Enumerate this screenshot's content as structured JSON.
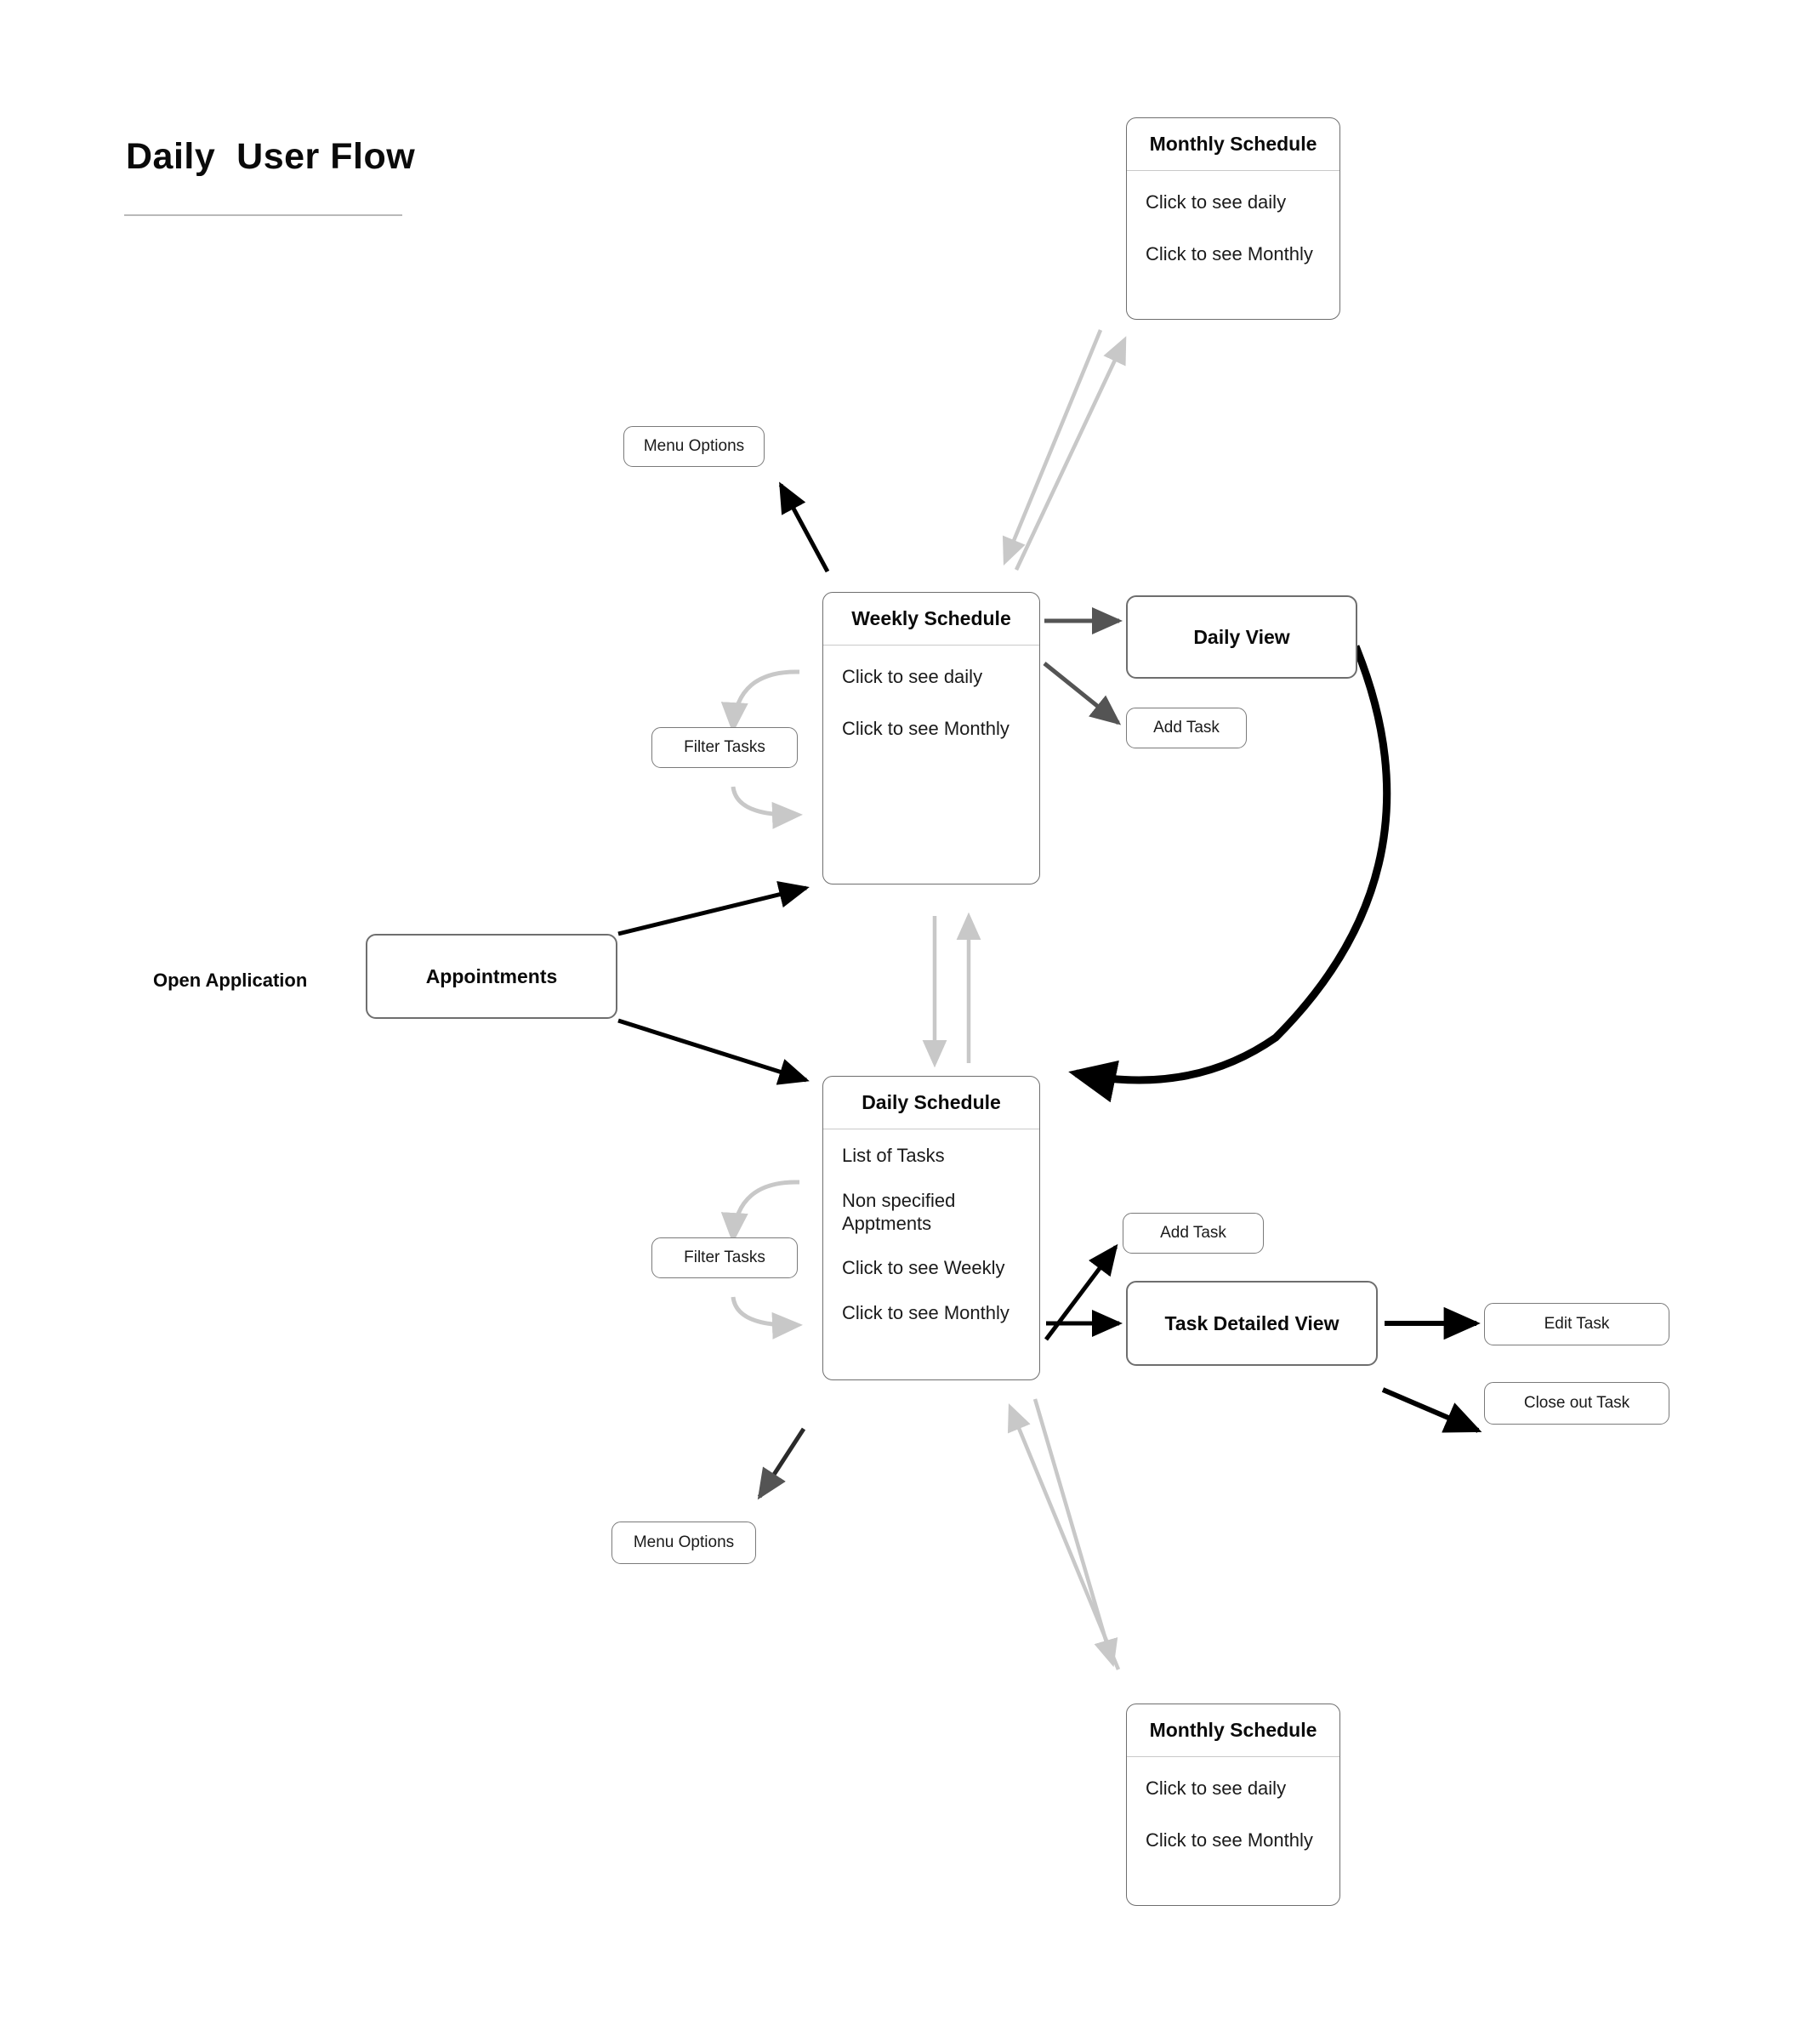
{
  "title": "Daily  User Flow",
  "labels": {
    "open_application": "Open Application"
  },
  "nodes": {
    "appointments": "Appointments",
    "daily_view": "Daily View",
    "task_detailed_view": "Task Detailed View"
  },
  "pills": {
    "menu_options_top": "Menu Options",
    "menu_options_bottom": "Menu Options",
    "filter_tasks_weekly": "Filter Tasks",
    "filter_tasks_daily": "Filter Tasks",
    "add_task_daily_view": "Add Task",
    "add_task_daily_schedule": "Add Task",
    "edit_task": "Edit Task",
    "close_out_task": "Close out Task"
  },
  "cards": {
    "monthly_top": {
      "title": "Monthly Schedule",
      "lines": [
        "Click to see daily",
        "Click to see Monthly"
      ]
    },
    "weekly": {
      "title": "Weekly Schedule",
      "lines": [
        "Click to see daily",
        "Click to see Monthly"
      ]
    },
    "daily": {
      "title": "Daily Schedule",
      "lines": [
        "List of Tasks",
        "Non specified\nApptments",
        "Click to see Weekly",
        "Click to see Monthly"
      ]
    },
    "monthly_bottom": {
      "title": "Monthly Schedule",
      "lines": [
        "Click to see daily",
        "Click to see Monthly"
      ]
    }
  },
  "colors": {
    "ink": "#0a0a0a",
    "border": "#6e6e6e",
    "arrow_black": "#000000",
    "arrow_dark_gray": "#545454",
    "arrow_light_gray": "#c8c8c8",
    "rule": "#b9b9b9"
  }
}
